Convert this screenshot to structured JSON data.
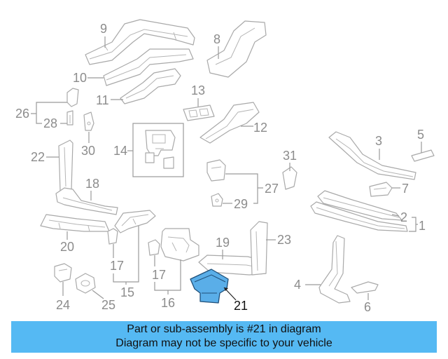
{
  "diagram": {
    "callouts": {
      "c1": "1",
      "c2": "2",
      "c3": "3",
      "c4": "4",
      "c5": "5",
      "c6": "6",
      "c7": "7",
      "c8": "8",
      "c9": "9",
      "c10": "10",
      "c11": "11",
      "c12": "12",
      "c13": "13",
      "c14": "14",
      "c15": "15",
      "c16": "16",
      "c17a": "17",
      "c17b": "17",
      "c18": "18",
      "c19": "19",
      "c20": "20",
      "c21": "21",
      "c22": "22",
      "c23": "23",
      "c24": "24",
      "c25": "25",
      "c26": "26",
      "c27": "27",
      "c28": "28",
      "c29": "29",
      "c30": "30",
      "c31": "31"
    },
    "highlight_color": "#5aaee8",
    "highlighted_part": "21"
  },
  "banner": {
    "line1": "Part or sub-assembly is #21 in diagram",
    "line2": "Diagram may not be specific to your vehicle",
    "background": "#55b9f3"
  }
}
